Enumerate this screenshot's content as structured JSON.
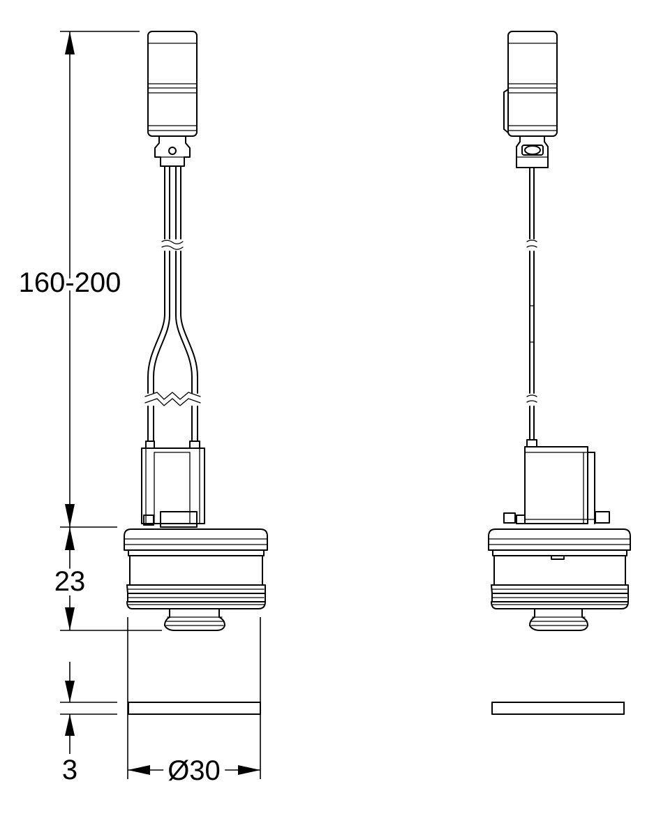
{
  "dimensions": {
    "length": "160-200",
    "height": "23",
    "thickness": "3",
    "diameter": "Ø30"
  }
}
